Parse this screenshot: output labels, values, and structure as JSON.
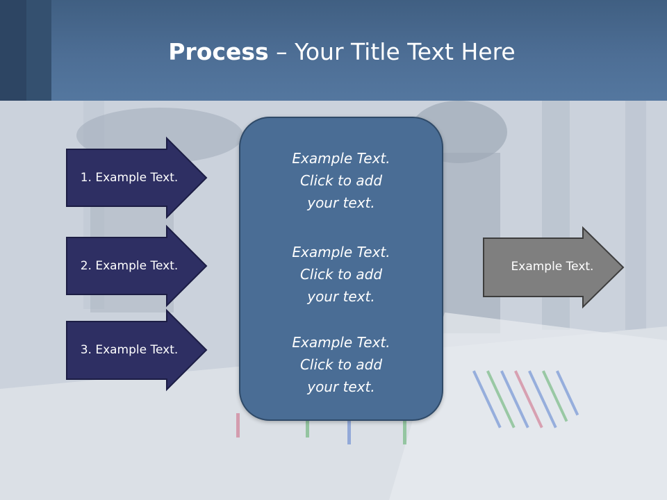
{
  "title": {
    "bold_part": "Process",
    "rest_part": " – Your Title Text Here"
  },
  "left_arrows": [
    {
      "label": "1. Example Text."
    },
    {
      "label": "2. Example Text."
    },
    {
      "label": "3. Example Text."
    }
  ],
  "center_blocks": [
    {
      "lines": [
        "Example Text.",
        "Click  to add",
        "your text."
      ]
    },
    {
      "lines": [
        "Example Text.",
        "Click  to add",
        "your text."
      ]
    },
    {
      "lines": [
        "Example Text.",
        "Click  to add",
        "your text."
      ]
    }
  ],
  "right_arrow": {
    "label": "Example Text."
  },
  "colors": {
    "header": "#4d6e95",
    "left_arrow_fill": "#2e2f63",
    "center_box_fill": "#4a6d95",
    "right_arrow_fill": "#7f7f7f"
  }
}
